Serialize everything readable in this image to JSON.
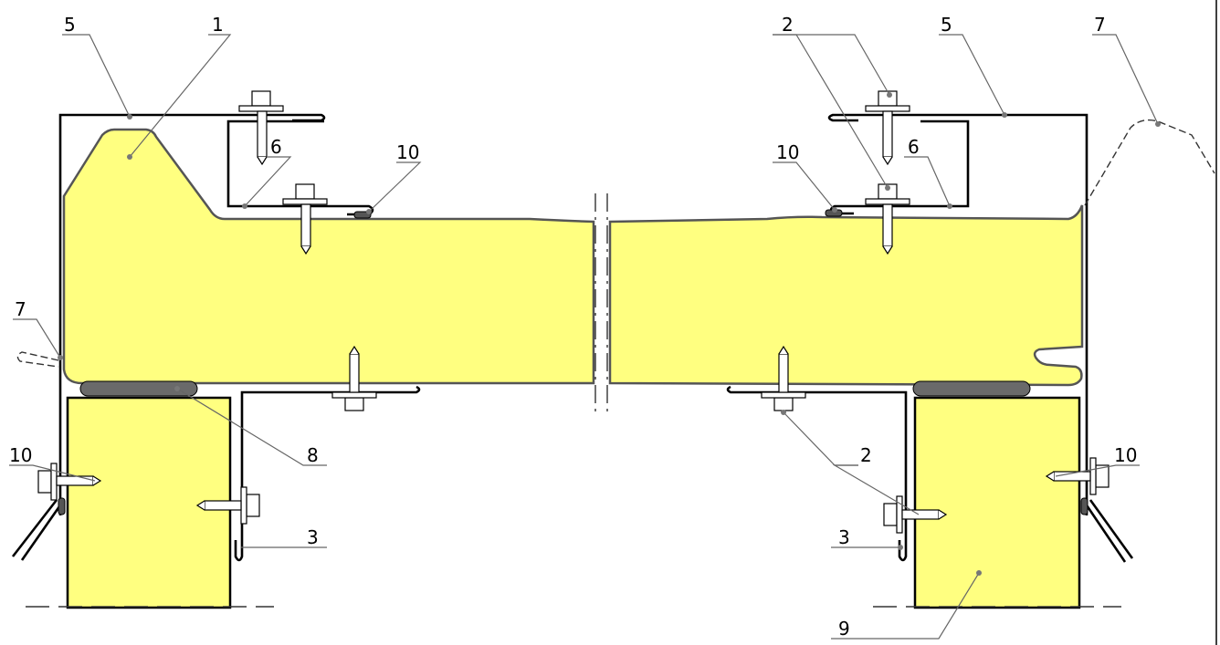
{
  "diagram": {
    "colors": {
      "insulation": "#ffff80",
      "insulation_stroke": "#808080",
      "metal": "#000000",
      "seal": "#707070",
      "leader": "#666666",
      "background": "#ffffff"
    },
    "callouts": {
      "left_5": "5",
      "left_1": "1",
      "left_6": "6",
      "left_10_top": "10",
      "left_7": "7",
      "left_8": "8",
      "left_10_bottom": "10",
      "left_3": "3",
      "right_2_top": "2",
      "right_5": "5",
      "right_7": "7",
      "right_10_top": "10",
      "right_6": "6",
      "right_2_bottom": "2",
      "right_10_bottom": "10",
      "right_3": "3",
      "right_9": "9"
    }
  }
}
